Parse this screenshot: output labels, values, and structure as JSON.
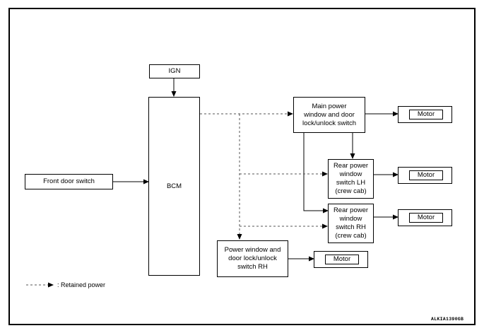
{
  "diagram": {
    "blocks": {
      "ign": "IGN",
      "bcm": "BCM",
      "front_door_switch": "Front door switch",
      "main_switch": "Main power\nwindow and door\nlock/unlock switch",
      "rear_lh": "Rear power\nwindow\nswitch LH\n(crew cab)",
      "rear_rh": "Rear power\nwindow\nswitch RH\n(crew cab)",
      "passenger_switch": "Power window and\ndoor lock/unlock\nswitch RH"
    },
    "motors": {
      "main": "Motor",
      "rear_lh": "Motor",
      "rear_rh": "Motor",
      "passenger": "Motor"
    },
    "legend": {
      "retained_power": ": Retained power"
    },
    "figure_code": "ALKIA1390GB"
  }
}
